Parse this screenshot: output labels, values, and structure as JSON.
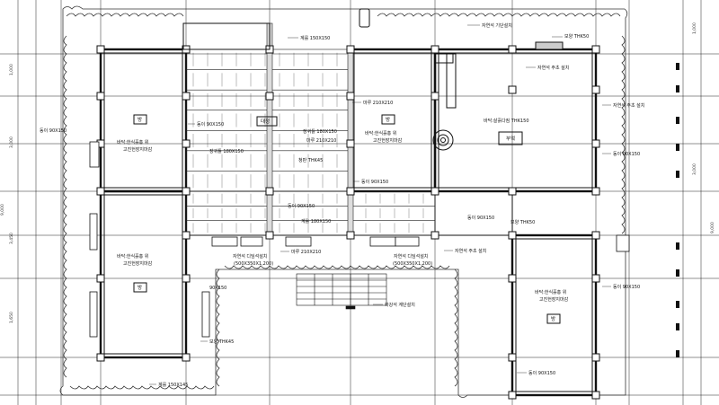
{
  "drawing": {
    "rooms": [
      {
        "id": "room-nw",
        "name": "방",
        "note_line1": "바닥:한식흙홍 위",
        "note_line2": "고진헌장지마감"
      },
      {
        "id": "room-sw",
        "name": "방",
        "note_line1": "바닥:한식흙홍 위",
        "note_line2": "고진헌장지마감"
      },
      {
        "id": "room-center",
        "name": "방",
        "note_line1": "바닥:한식흙홍 위",
        "note_line2": "고진헌장지마감"
      },
      {
        "id": "room-se",
        "name": "방",
        "note_line1": "바닥:한식흙홍 위",
        "note_line2": "고진헌장지마감"
      },
      {
        "id": "room-kitchen",
        "name": "부엌",
        "note_line1": "바닥:살흙다짐 THK150",
        "note_line2": ""
      }
    ],
    "hall_label": "대청",
    "labels": {
      "top_beam": "계를 150X150",
      "jar": "자연석 기단설치",
      "board_top_right": "보양 THK50",
      "stone_base_1": "자연석 주초 설치",
      "stone_base_2": "자연석 주초 설치",
      "stone_base_3": "자연석 주초 설치",
      "column_left": "동이 90X150",
      "column_c1": "동이 90X150",
      "column_c2": "동이 90X150",
      "column_center": "동이 90X150",
      "column_r1": "동이 90X150",
      "column_r2": "동이 90X150",
      "column_r3": "동이 90X150",
      "column_sw": "90X150",
      "column_se_bottom": "동이 90X150",
      "floor_board_1": "마루 210X210",
      "floor_board_2": "마루 210X210",
      "floor_board_3": "마루 210X210",
      "floor_beam": "장귀틀 180X150",
      "floor_beam_2": "장귀틀 180X150",
      "floor_beam_3": "계를 180X150",
      "floor_thk": "청판 THK45",
      "board_center": "보양 THK50",
      "stone_step_left": "자연석 디딤석설치",
      "stone_step_left_dim": "(500X350X1,200)",
      "stone_step_right": "자연석 디딤석설치",
      "stone_step_right_dim": "(500X350X1,200)",
      "stone_base_bottom": "자연석 주초 설치",
      "stairs_label": "화강석 계단설치",
      "bottom_beam": "계를 150X145",
      "board_sw": "보양 THK45",
      "column_lower": "90X150",
      "column_mid": "동이 90X150"
    },
    "dims_left": [
      "1,000",
      "3,000",
      "3,450",
      "1,650",
      "9,000"
    ],
    "dims_right": [
      "1,000",
      "3,000",
      "9,000"
    ]
  }
}
